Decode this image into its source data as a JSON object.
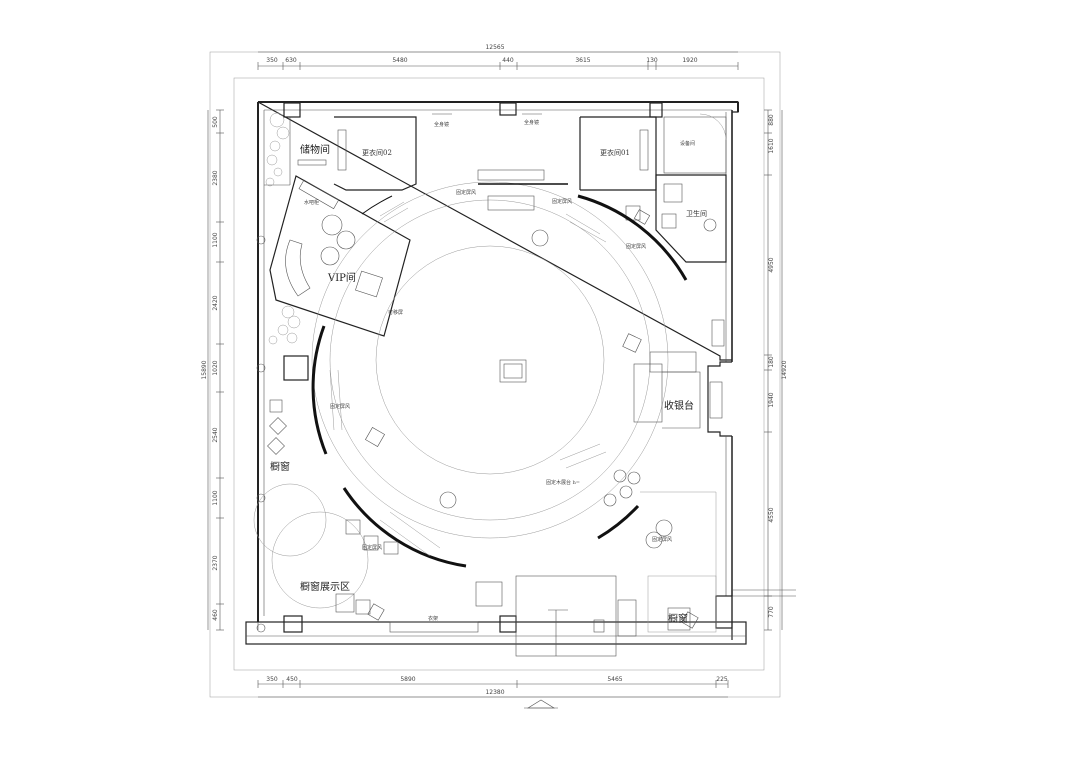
{
  "dimensions": {
    "top_total": "12565",
    "top_segments": [
      "350",
      "630",
      "5480",
      "440",
      "3615",
      "130",
      "1920"
    ],
    "bottom_total": "12380",
    "bottom_segments": [
      "350",
      "450",
      "5890",
      "5465",
      "225"
    ],
    "left_total": "15890",
    "left_segments": [
      "500",
      "2380",
      "1100",
      "2420",
      "1020",
      "2540",
      "1100",
      "2370",
      "460"
    ],
    "right_total": "14920",
    "right_segments": [
      "880",
      "1610",
      "4950",
      "180",
      "1940",
      "4550",
      "770"
    ]
  },
  "rooms": {
    "storage": "储物间",
    "changing_room_2": "更衣间02",
    "changing_room_1": "更衣间01",
    "equipment_room": "设备间",
    "restroom": "卫生间",
    "vip_room": "VIP间",
    "cashier": "收银台",
    "window_left": "橱窗",
    "window_display_area": "橱窗展示区",
    "window_bottom_right": "橱窗"
  },
  "annotations": {
    "full_mirror_1": "全身镜",
    "full_mirror_2": "全身镜",
    "fixed_screen_top": "固定屏风",
    "fixed_screen_top_right": "固定屏风",
    "fixed_screen_right": "固定屏风",
    "fixed_screen_left": "固定屏风",
    "fixed_screen_bottom_right": "固定屏风",
    "movable_screen": "可移屏",
    "water_bar": "水吧柜",
    "wood_platform": "固定木展台 h=",
    "shelf": "衣架"
  }
}
